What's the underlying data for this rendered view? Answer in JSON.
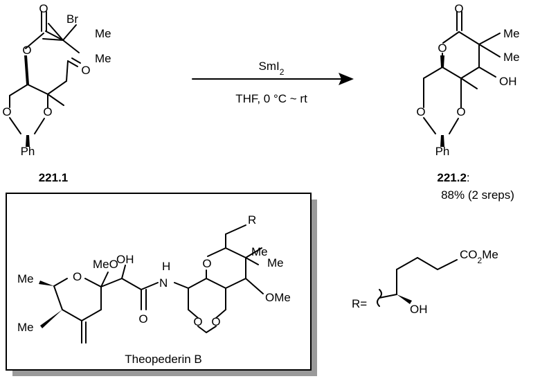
{
  "atoms": {
    "O": "O",
    "Br": "Br",
    "Me": "Me",
    "OH": "OH",
    "Ph": "Ph",
    "MeO": "MeO",
    "H": "H",
    "N": "N",
    "R": "R",
    "OMe": "OMe",
    "co2me_prefix": "CO",
    "co2me_sub": "2",
    "co2me_suffix": "Me",
    "r_def": "R="
  },
  "reaction": {
    "reagent_main": "SmI",
    "reagent_sub": "2",
    "conditions": "THF, 0 °C ~ rt"
  },
  "compounds": {
    "start_label": "221.1",
    "product_label": "221.2",
    "product_label_colon": ":",
    "product_yield": "88% (2 sreps)"
  },
  "inset": {
    "name": "Theopederin B"
  }
}
